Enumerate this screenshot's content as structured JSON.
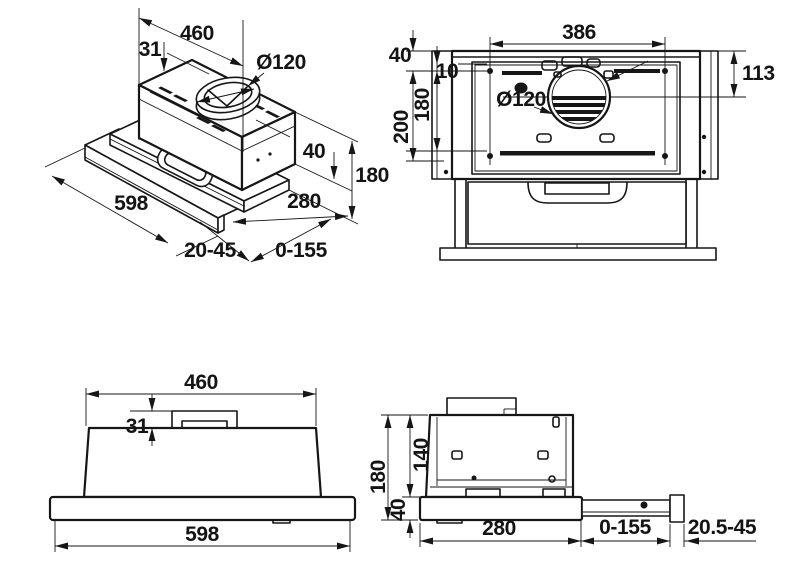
{
  "drawing": {
    "background": "#ffffff",
    "line_color": "#161616",
    "label_color": "#141414",
    "description": "telescopic-rangehood-dimension-drawing",
    "views": {
      "isometric": {
        "dims": {
          "top_width": "460",
          "top_plate": "31",
          "duct_diameter": "Ø120",
          "front_width": "598",
          "visor_height": "40",
          "total_height": "180",
          "depth": "280",
          "front_lip_range": "20-45",
          "pullout_range": "0-155"
        }
      },
      "rear": {
        "dims": {
          "mount_width": "386",
          "top_offset": "40",
          "side_offset": "10",
          "duct_center_offset": "113",
          "duct_diameter": "Ø120",
          "mount_height": "180",
          "rear_height": "200"
        }
      },
      "front": {
        "dims": {
          "top_width": "460",
          "top_plate": "31",
          "front_width": "598"
        }
      },
      "side": {
        "dims": {
          "total_height": "180",
          "body_height": "140",
          "visor_height": "40",
          "depth": "280",
          "pullout_range": "0-155",
          "front_lip_range": "20.5-45"
        }
      }
    }
  }
}
